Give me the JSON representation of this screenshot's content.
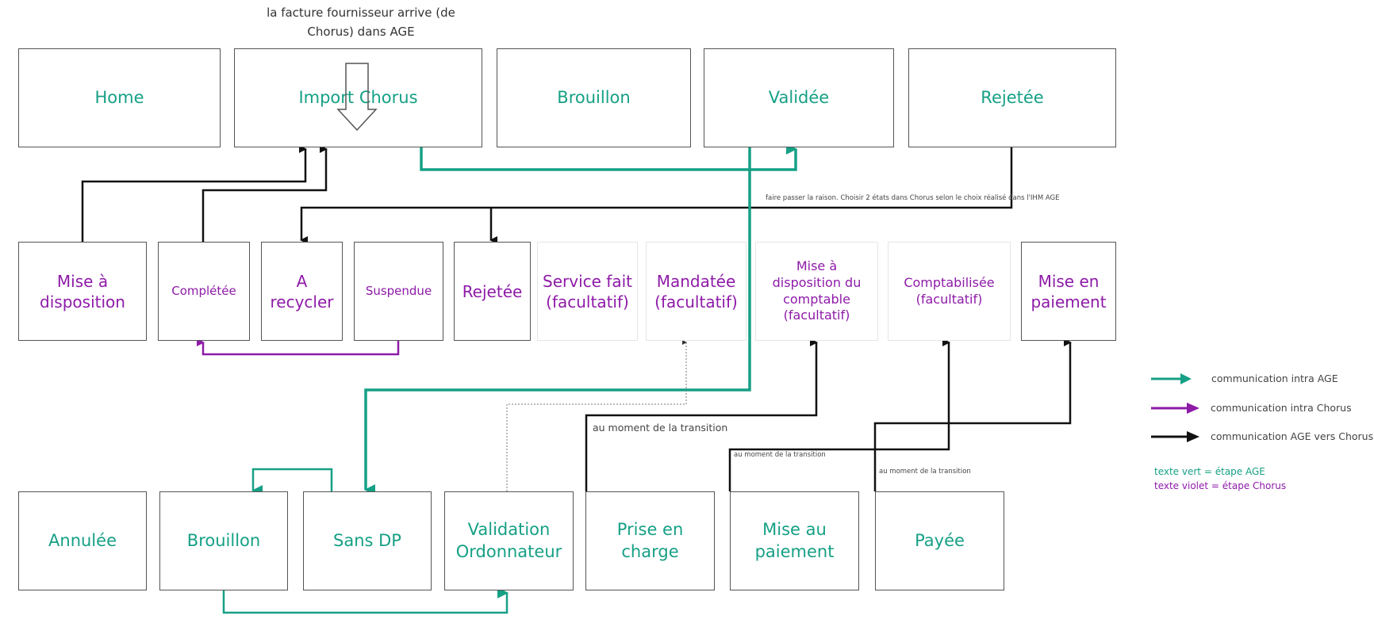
{
  "colors": {
    "age_green": "#16a085",
    "chorus_purple": "#8e1aa8",
    "age_to_chorus_black": "#111111",
    "box_border": "#555555"
  },
  "top_note": "la facture fournisseur arrive (de Chorus) dans AGE",
  "rows": {
    "age_top": [
      {
        "id": "home",
        "label": "Home"
      },
      {
        "id": "import-chorus",
        "label": "Import Chorus"
      },
      {
        "id": "brouillon-top",
        "label": "Brouillon"
      },
      {
        "id": "validee",
        "label": "Validée"
      },
      {
        "id": "rejetee-top",
        "label": "Rejetée"
      }
    ],
    "chorus_middle": [
      {
        "id": "mise-a-disposition",
        "label": "Mise à disposition"
      },
      {
        "id": "completee",
        "label": "Complétée"
      },
      {
        "id": "a-recycler",
        "label": "A recycler"
      },
      {
        "id": "suspendue",
        "label": "Suspendue"
      },
      {
        "id": "rejetee-chorus",
        "label": "Rejetée"
      },
      {
        "id": "service-fait",
        "label": "Service fait (facultatif)"
      },
      {
        "id": "mandatee",
        "label": "Mandatée (facultatif)"
      },
      {
        "id": "mise-a-disposition-comptable",
        "label": "Mise à disposition du comptable (facultatif)"
      },
      {
        "id": "comptabilisee",
        "label": "Comptabilisée (facultatif)"
      },
      {
        "id": "mise-en-paiement",
        "label": "Mise en paiement"
      }
    ],
    "age_bottom": [
      {
        "id": "annulee",
        "label": "Annulée"
      },
      {
        "id": "brouillon-bottom",
        "label": "Brouillon"
      },
      {
        "id": "sans-dp",
        "label": "Sans DP"
      },
      {
        "id": "validation-ordonnateur",
        "label": "Validation Ordonnateur"
      },
      {
        "id": "prise-en-charge",
        "label": "Prise en charge"
      },
      {
        "id": "mise-au-paiement",
        "label": "Mise au paiement"
      },
      {
        "id": "payee",
        "label": "Payée"
      }
    ]
  },
  "annotations": {
    "rejection_reason": "faire passer la raison. Choisir 2 états dans Chorus selon le choix réalisé dans l'IHM AGE",
    "transition_1": "au moment de la transition",
    "transition_2": "au moment de la transition",
    "transition_3": "au moment de la transition"
  },
  "edges": [
    {
      "from": "mise-a-disposition",
      "to": "import-chorus",
      "type": "age_to_chorus"
    },
    {
      "from": "completee",
      "to": "import-chorus",
      "type": "age_to_chorus"
    },
    {
      "from": "import-chorus",
      "to": "validee",
      "type": "intra_age"
    },
    {
      "from": "rejetee-top",
      "to": "a-recycler",
      "type": "age_to_chorus"
    },
    {
      "from": "rejetee-top",
      "to": "rejetee-chorus",
      "type": "age_to_chorus"
    },
    {
      "from": "suspendue",
      "to": "completee",
      "type": "intra_chorus"
    },
    {
      "from": "validee",
      "to": "sans-dp",
      "type": "intra_age"
    },
    {
      "from": "sans-dp",
      "to": "brouillon-bottom",
      "type": "intra_age"
    },
    {
      "from": "brouillon-bottom",
      "to": "validation-ordonnateur",
      "type": "intra_age"
    },
    {
      "from": "validation-ordonnateur",
      "to": "mandatee",
      "type": "dotted"
    },
    {
      "from": "prise-en-charge",
      "to": "mise-a-disposition-comptable",
      "type": "age_to_chorus"
    },
    {
      "from": "mise-au-paiement",
      "to": "comptabilisee",
      "type": "age_to_chorus"
    },
    {
      "from": "payee",
      "to": "mise-en-paiement",
      "type": "age_to_chorus"
    }
  ],
  "legend": {
    "items": [
      {
        "label": "communication intra AGE",
        "color": "#16a085"
      },
      {
        "label": "communication intra Chorus",
        "color": "#8e1aa8"
      },
      {
        "label": "communication AGE vers Chorus",
        "color": "#111111"
      }
    ],
    "text_keys": [
      {
        "label": "texte vert = étape AGE",
        "color": "#16a085"
      },
      {
        "label": "texte violet = étape Chorus",
        "color": "#8e1aa8"
      }
    ]
  }
}
